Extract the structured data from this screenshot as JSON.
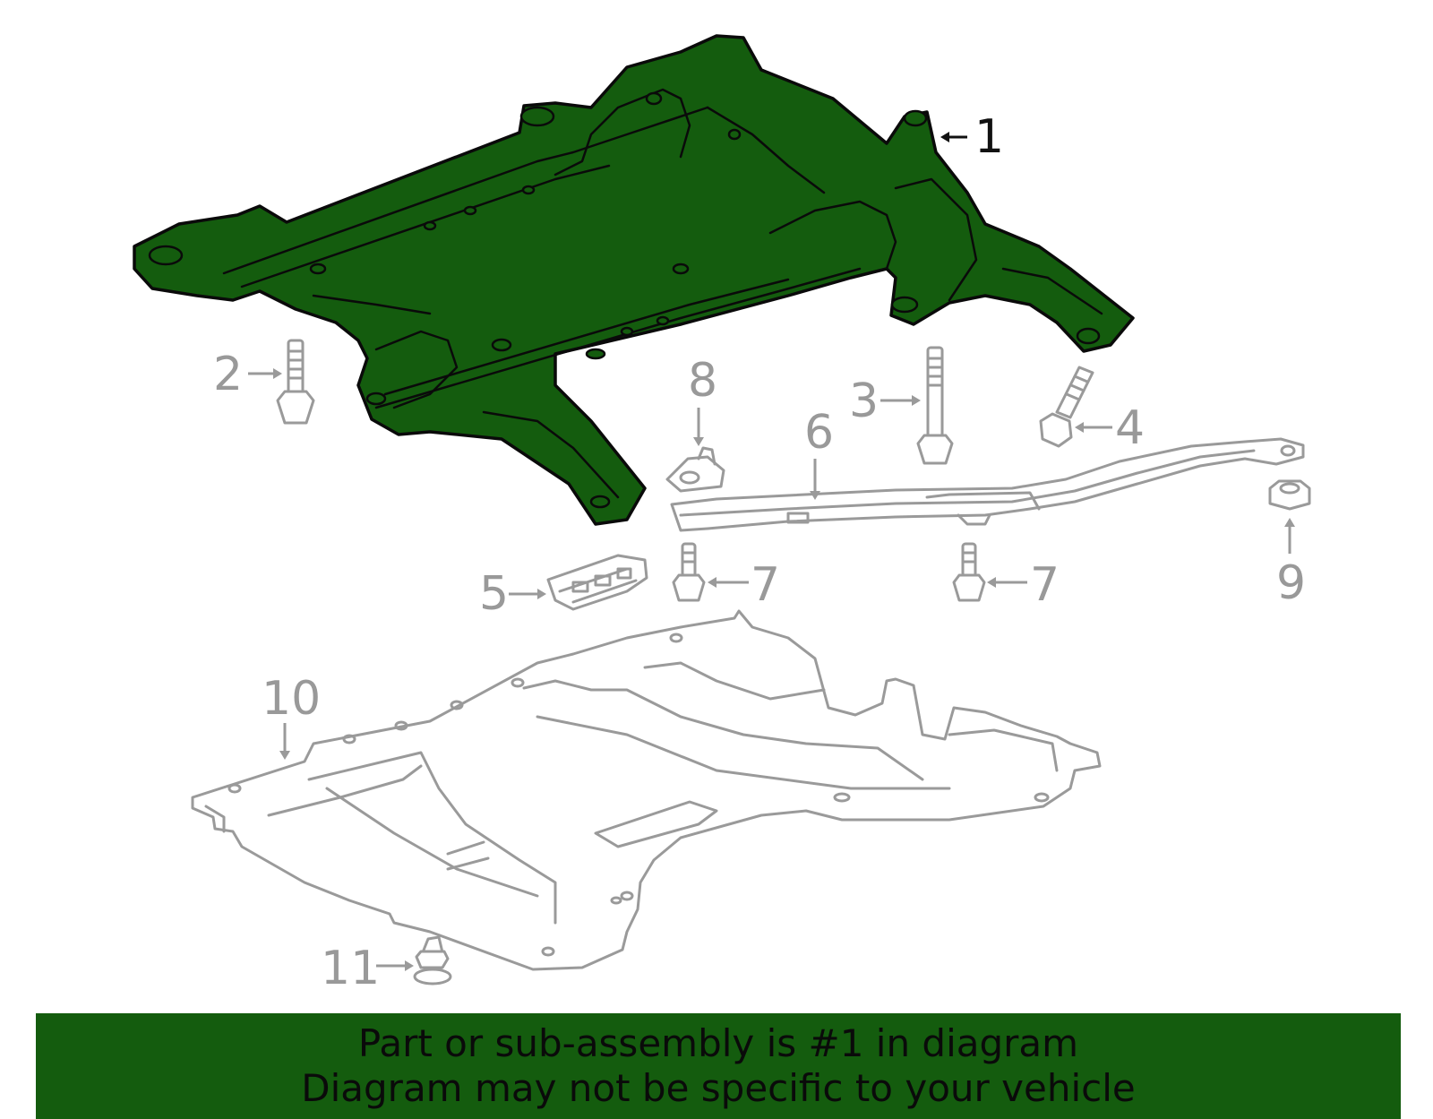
{
  "callouts": {
    "c1": "1",
    "c2": "2",
    "c3": "3",
    "c4": "4",
    "c5": "5",
    "c6": "6",
    "c7a": "7",
    "c7b": "7",
    "c8": "8",
    "c9": "9",
    "c10": "10",
    "c11": "11"
  },
  "banner": {
    "line1": "Part or sub-assembly is #1 in diagram",
    "line2": "Diagram may not be specific to your vehicle"
  },
  "colors": {
    "highlight": "#145c0e",
    "part_outline": "#9a9a9a",
    "text": "#0a0a0a"
  }
}
